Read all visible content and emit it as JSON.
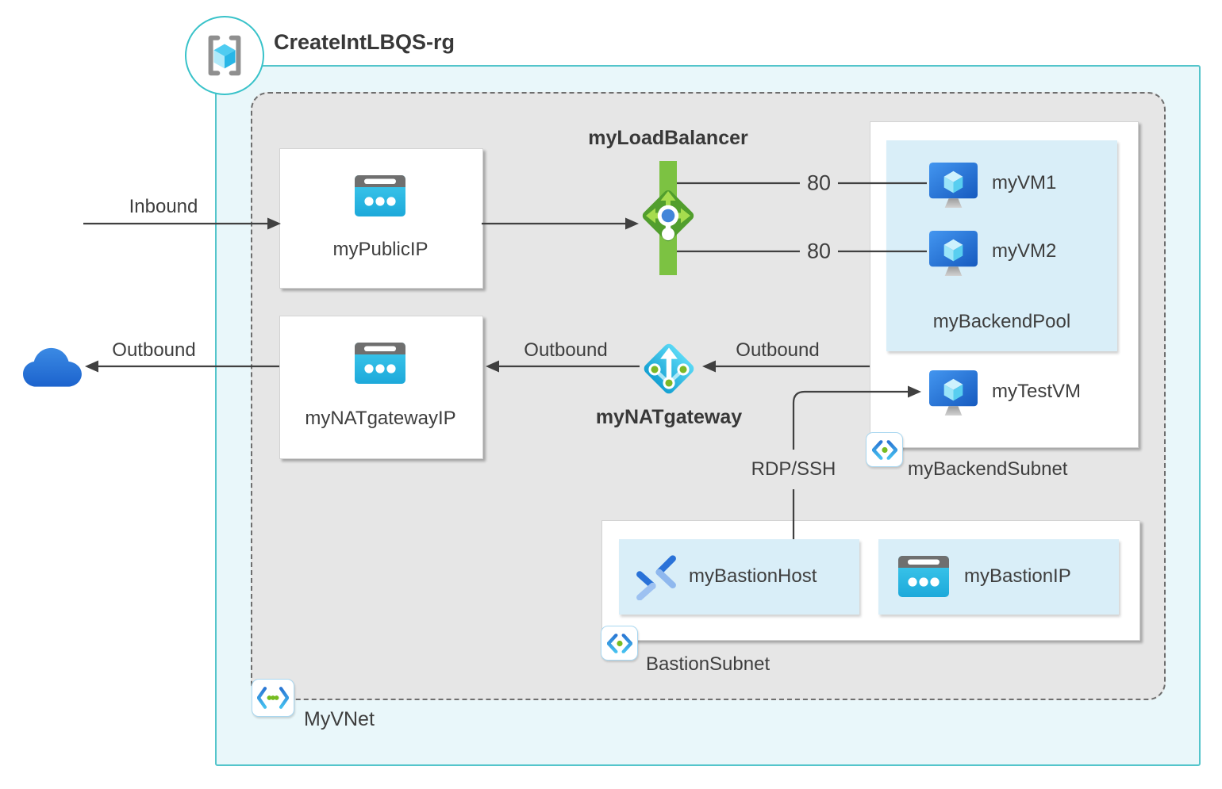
{
  "header": {
    "resource_group": "CreateIntLBQS-rg"
  },
  "vnet": {
    "label": "MyVNet"
  },
  "subnets": {
    "backend": {
      "label": "myBackendSubnet"
    },
    "bastion": {
      "label": "BastionSubnet"
    }
  },
  "nodes": {
    "public_ip": {
      "label": "myPublicIP"
    },
    "nat_gateway_ip": {
      "label": "myNATgatewayIP"
    },
    "load_balancer": {
      "label": "myLoadBalancer"
    },
    "nat_gateway": {
      "label": "myNATgateway"
    },
    "backend_pool": {
      "label": "myBackendPool"
    },
    "vm1": {
      "label": "myVM1"
    },
    "vm2": {
      "label": "myVM2"
    },
    "test_vm": {
      "label": "myTestVM"
    },
    "bastion_host": {
      "label": "myBastionHost"
    },
    "bastion_ip": {
      "label": "myBastionIP"
    }
  },
  "edges": {
    "inbound": {
      "label": "Inbound"
    },
    "outbound_cloud": {
      "label": "Outbound"
    },
    "outbound_nat": {
      "label": "Outbound"
    },
    "outbound_backend": {
      "label": "Outbound"
    },
    "rdp_ssh": {
      "label": "RDP/SSH"
    },
    "port_vm1": {
      "label": "80"
    },
    "port_vm2": {
      "label": "80"
    }
  },
  "icons": {
    "resource_group": "resource-group-icon",
    "vnet": "virtual-network-icon",
    "subnet": "subnet-icon",
    "public_ip": "public-ip-icon",
    "vm": "virtual-machine-icon",
    "load_balancer": "load-balancer-icon",
    "nat_gateway": "nat-gateway-icon",
    "bastion": "bastion-icon",
    "cloud": "internet-cloud-icon"
  },
  "colors": {
    "rg_border": "#54c5cb",
    "rg_fill": "#e9f7fa",
    "vnet_fill": "#e6e6e6",
    "vnet_border": "#6e6e6e",
    "pool_fill": "#d9eef8",
    "line": "#404040",
    "text": "#3e3e3e",
    "lb_green": "#7cc242",
    "nat_cyan": "#29c0e7",
    "ip_cyan": "#31c1e7",
    "vm_blue": "#2b7de1",
    "bastion_blue": "#2a72d8",
    "cloud_blue": "#2f7fd6",
    "dot_green": "#76bc21"
  }
}
